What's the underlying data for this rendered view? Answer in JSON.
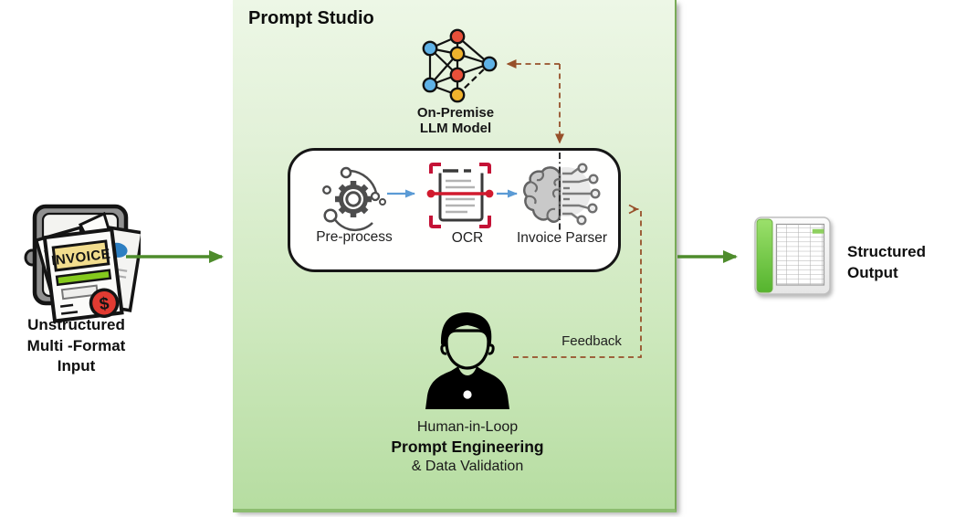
{
  "title": "Prompt Studio",
  "colors": {
    "panel_top": "#edf7e6",
    "panel_bottom": "#b6dda1",
    "panel_edge": "#79ab57",
    "flow_arrow_green": "#4e8c2c",
    "pipeline_arrow_blue": "#5b9bd5",
    "feedback_dash_brown": "#97502a",
    "pipeline_box_border": "#161616",
    "node_red": "#e8503a",
    "node_blue": "#5fb2e6",
    "node_yellow": "#f0b32d",
    "ocr_accent_red": "#c41236",
    "invoice_green_bar": "#84c91d",
    "spreadsheet_green": "#55b42e"
  },
  "input": {
    "label_lines": [
      "Unstructured",
      "Multi -Format",
      "Input"
    ],
    "invoice_text": "INVOICE",
    "invoice_dollar": "$"
  },
  "llm": {
    "label_lines": [
      "On-Premise",
      "LLM Model"
    ]
  },
  "pipeline": {
    "steps": [
      {
        "label": "Pre-process"
      },
      {
        "label": "OCR"
      },
      {
        "label": "Invoice Parser"
      }
    ]
  },
  "human": {
    "label_lines": [
      "Human-in-Loop",
      "Prompt Engineering",
      "& Data Validation"
    ]
  },
  "feedback": {
    "label": "Feedback"
  },
  "output": {
    "label_lines": [
      "Structured",
      "Output"
    ]
  }
}
